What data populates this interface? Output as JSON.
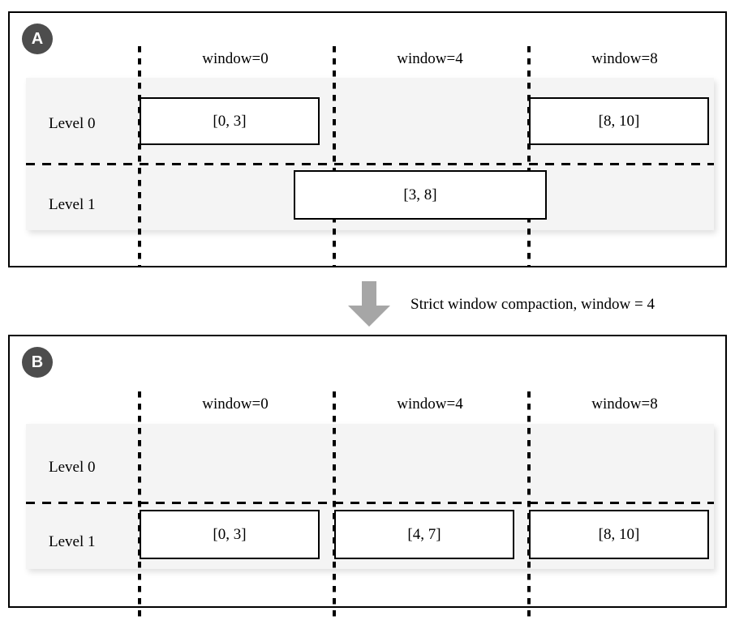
{
  "figure": {
    "panels": [
      {
        "id": "A",
        "badge": "A",
        "column_headers": [
          "window=0",
          "window=4",
          "window=8"
        ],
        "level_labels": [
          "Level 0",
          "Level 1"
        ],
        "boxes": [
          {
            "label": "[0, 3]",
            "level": "Level 0",
            "window": "window=0"
          },
          {
            "label": "[8, 10]",
            "level": "Level 0",
            "window": "window=8"
          },
          {
            "label": "[3, 8]",
            "level": "Level 1",
            "window": "window=4"
          }
        ]
      },
      {
        "id": "B",
        "badge": "B",
        "column_headers": [
          "window=0",
          "window=4",
          "window=8"
        ],
        "level_labels": [
          "Level 0",
          "Level 1"
        ],
        "boxes": [
          {
            "label": "[0, 3]",
            "level": "Level 1",
            "window": "window=0"
          },
          {
            "label": "[4, 7]",
            "level": "Level 1",
            "window": "window=4"
          },
          {
            "label": "[8, 10]",
            "level": "Level 1",
            "window": "window=8"
          }
        ]
      }
    ],
    "transition": {
      "caption": "Strict window compaction, window = 4",
      "arrow_icon": "arrow-down-icon",
      "arrow_color": "#a6a6a6"
    },
    "colors": {
      "badge_background": "#4d4d4d",
      "badge_text": "#ffffff",
      "band_background": "#f4f4f4",
      "box_border": "#000000",
      "box_background": "#ffffff",
      "frame_border": "#000000"
    }
  }
}
